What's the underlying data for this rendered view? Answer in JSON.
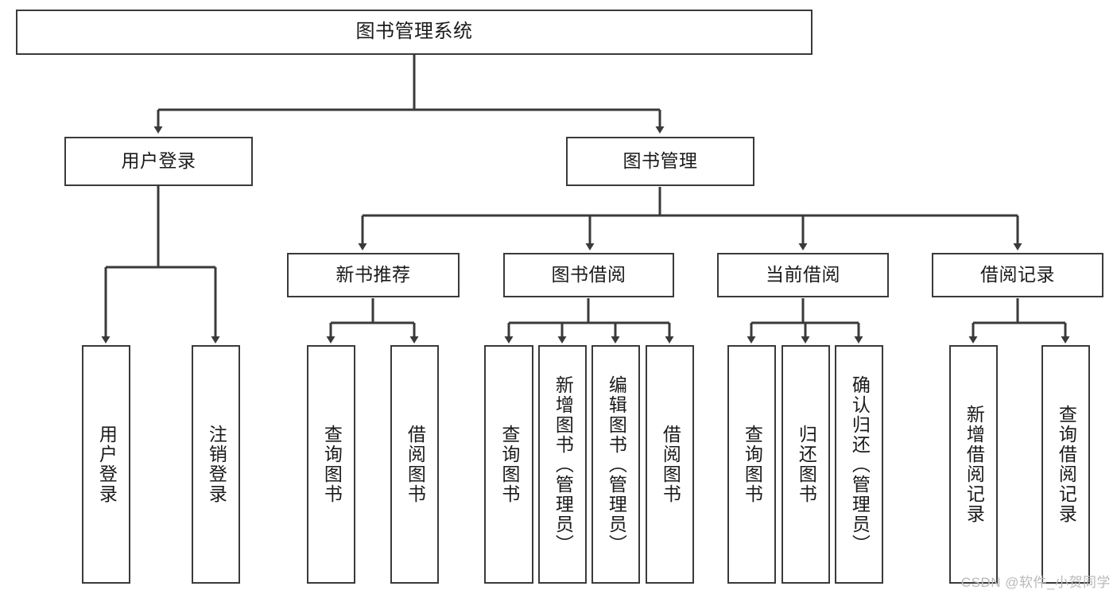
{
  "diagram": {
    "type": "tree-hierarchy-flowchart",
    "title": "图书管理系统",
    "stroke_color": "#3a3a3a",
    "background_color": "#ffffff",
    "text_color": "#1a1a1a",
    "levels": [
      {
        "level": 0,
        "nodes": [
          {
            "id": "root",
            "label": "图书管理系统",
            "orientation": "horizontal"
          }
        ]
      },
      {
        "level": 1,
        "nodes": [
          {
            "id": "user-login",
            "label": "用户登录",
            "orientation": "horizontal",
            "parent": "root"
          },
          {
            "id": "book-management",
            "label": "图书管理",
            "orientation": "horizontal",
            "parent": "root"
          }
        ]
      },
      {
        "level": 2,
        "nodes": [
          {
            "id": "new-book-recommend",
            "label": "新书推荐",
            "orientation": "horizontal",
            "parent": "book-management"
          },
          {
            "id": "book-borrow",
            "label": "图书借阅",
            "orientation": "horizontal",
            "parent": "book-management"
          },
          {
            "id": "current-borrow",
            "label": "当前借阅",
            "orientation": "horizontal",
            "parent": "book-management"
          },
          {
            "id": "borrow-record",
            "label": "借阅记录",
            "orientation": "horizontal",
            "parent": "book-management"
          }
        ]
      },
      {
        "level": 3,
        "nodes": [
          {
            "id": "leaf-user-login",
            "label": "用户登录",
            "orientation": "vertical",
            "parent": "user-login"
          },
          {
            "id": "leaf-logout-login",
            "label": "注销登录",
            "orientation": "vertical",
            "parent": "user-login"
          },
          {
            "id": "leaf-query-book-1",
            "label": "查询图书",
            "orientation": "vertical",
            "parent": "new-book-recommend"
          },
          {
            "id": "leaf-borrow-book-1",
            "label": "借阅图书",
            "orientation": "vertical",
            "parent": "new-book-recommend"
          },
          {
            "id": "leaf-query-book-2",
            "label": "查询图书",
            "orientation": "vertical",
            "parent": "book-borrow"
          },
          {
            "id": "leaf-add-book",
            "label": "新增图书（管理员）",
            "orientation": "vertical",
            "parent": "book-borrow"
          },
          {
            "id": "leaf-edit-book",
            "label": "编辑图书（管理员）",
            "orientation": "vertical",
            "parent": "book-borrow"
          },
          {
            "id": "leaf-borrow-book-2",
            "label": "借阅图书",
            "orientation": "vertical",
            "parent": "book-borrow"
          },
          {
            "id": "leaf-query-book-3",
            "label": "查询图书",
            "orientation": "vertical",
            "parent": "current-borrow"
          },
          {
            "id": "leaf-return-book",
            "label": "归还图书",
            "orientation": "vertical",
            "parent": "current-borrow"
          },
          {
            "id": "leaf-confirm-return",
            "label": "确认归还（管理员）",
            "orientation": "vertical",
            "parent": "current-borrow"
          },
          {
            "id": "leaf-add-record",
            "label": "新增借阅记录",
            "orientation": "vertical",
            "parent": "borrow-record"
          },
          {
            "id": "leaf-query-record",
            "label": "查询借阅记录",
            "orientation": "vertical",
            "parent": "borrow-record"
          }
        ]
      }
    ]
  },
  "watermark": {
    "text": "CSDN @软件_小贺同学"
  }
}
